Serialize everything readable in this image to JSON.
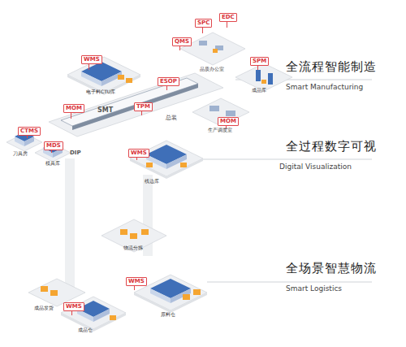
{
  "diagram": {
    "nodes": [
      {
        "text": [
          "WMS"
        ]
      },
      {
        "text": [
          "QMS"
        ]
      },
      {
        "text": [
          "SPC"
        ]
      },
      {
        "text": [
          "EDC"
        ]
      },
      {
        "text": [
          "SPM"
        ]
      },
      {
        "text": [
          "MOM"
        ]
      },
      {
        "text": [
          "TPM"
        ]
      },
      {
        "text": [
          "ESOP"
        ]
      },
      {
        "text": [
          "CTMS"
        ]
      },
      {
        "text": [
          "MDS"
        ]
      },
      {
        "text": [
          "WMS"
        ]
      },
      {
        "text": [
          "MOM"
        ]
      },
      {
        "text": [
          "WMS"
        ]
      },
      {
        "text": [
          "WMS"
        ]
      }
    ],
    "labels": [
      "全流程智能制造",
      "Smart Manufacturing",
      "全过程数字可视",
      "Digital Visualization",
      "全场景智慧物流",
      "Smart Logistics",
      "电子料CTU库",
      "品质办公室",
      "成品库",
      "总装",
      "生产调度室",
      "SMT",
      "DIP",
      "刀具房",
      "模具库",
      "线边库",
      "物流分拣",
      "原料仓",
      "成品发货",
      "成品仓"
    ]
  }
}
